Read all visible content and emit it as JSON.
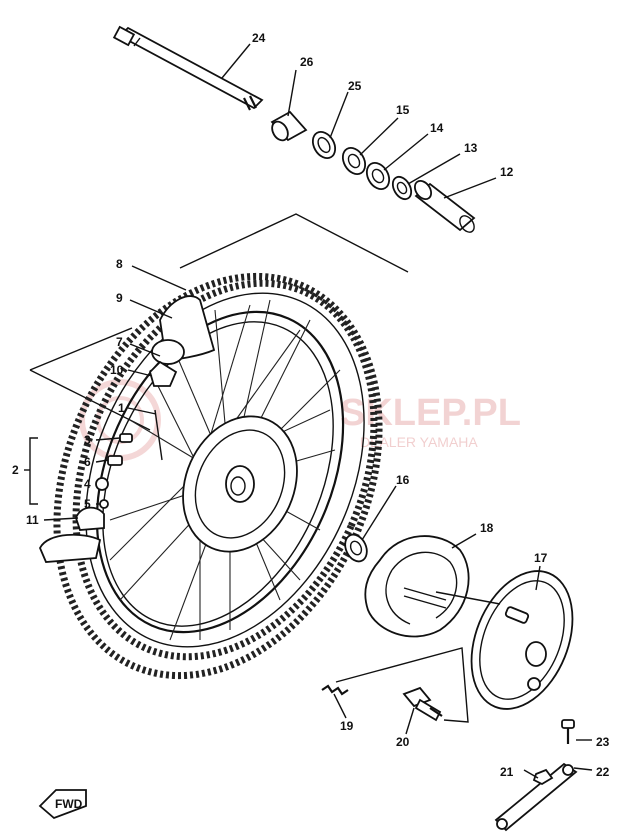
{
  "watermark": {
    "brand": "SKLEP.PL",
    "tagline": "DEALER YAMAHA",
    "brand_color": "#e9b0b0"
  },
  "labels": {
    "l1": "1",
    "l2": "2",
    "l3": "3",
    "l4": "4",
    "l5": "5",
    "l6": "6",
    "l7": "7",
    "l8": "8",
    "l9": "9",
    "l10": "10",
    "l11": "11",
    "l12": "12",
    "l13": "13",
    "l14": "14",
    "l15": "15",
    "l16": "16",
    "l17": "17",
    "l18": "18",
    "l19": "19",
    "l20": "20",
    "l21": "21",
    "l22": "22",
    "l23": "23",
    "l24": "24",
    "l25": "25",
    "l26": "26"
  },
  "fwd_badge": "FWD"
}
